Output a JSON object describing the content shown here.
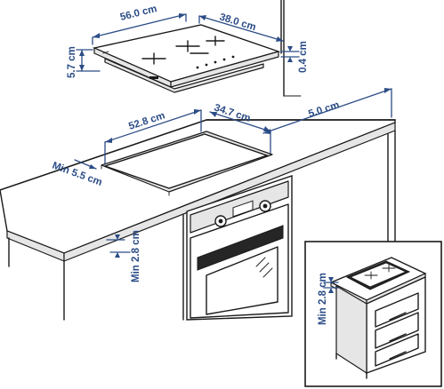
{
  "dimensions": {
    "hob_width": "56.0 cm",
    "hob_depth": "38.0 cm",
    "hob_height": "5.7 cm",
    "hob_lip": "0.4 cm",
    "cutout_width": "52.8 cm",
    "cutout_depth": "34.7 cm",
    "wall_clearance": "5.0 cm",
    "front_clearance": "Min 5.5 cm",
    "worktop_thickness": "Min 2.8 cm",
    "inset_worktop_thickness": "Min 2.8 cm"
  },
  "colors": {
    "dimension": "#2b4c86",
    "outline": "#1a1a1a",
    "surface": "#ffffff",
    "shade": "#e6e6e6"
  }
}
